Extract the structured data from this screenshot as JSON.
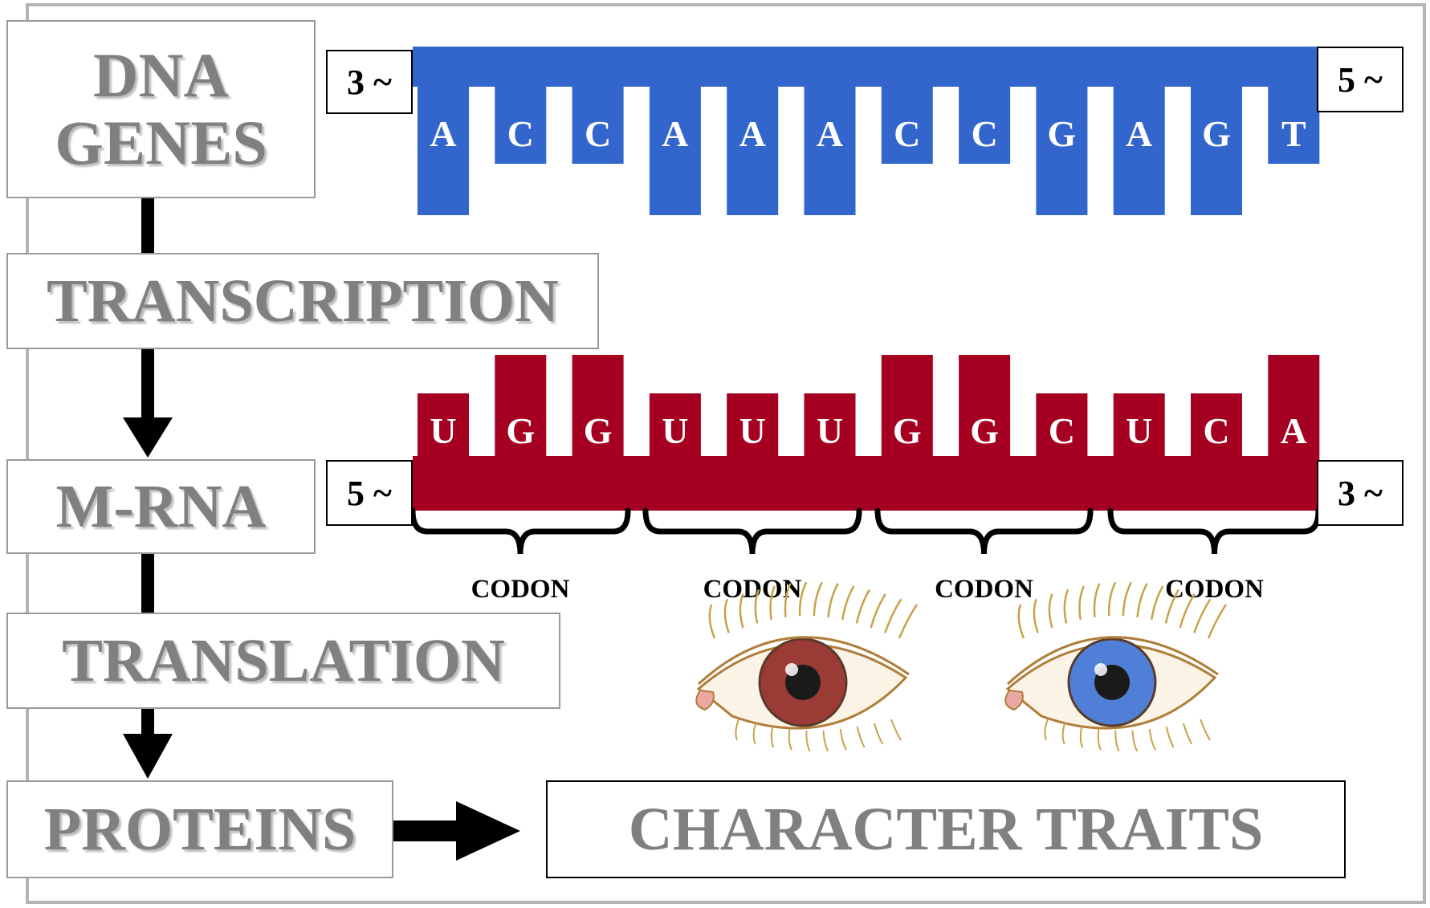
{
  "labels": {
    "dna_line1": "DNA",
    "dna_line2": "GENES",
    "transcription": "TRANSCRIPTION",
    "mrna": "M-RNA",
    "translation": "TRANSLATION",
    "proteins": "PROTEINS",
    "character_traits": "CHARACTER TRAITS"
  },
  "dna": {
    "left_end": "3 ~",
    "right_end": "5 ~",
    "bases": [
      "A",
      "C",
      "C",
      "A",
      "A",
      "A",
      "C",
      "C",
      "G",
      "A",
      "G",
      "T"
    ]
  },
  "mrna": {
    "left_end": "5 ~",
    "right_end": "3 ~",
    "bases": [
      "U",
      "G",
      "G",
      "U",
      "U",
      "U",
      "G",
      "G",
      "C",
      "U",
      "C",
      "A"
    ]
  },
  "codons": [
    "CODON",
    "CODON",
    "CODON",
    "CODON"
  ],
  "eyes": [
    {
      "name": "brown-eye",
      "iris_color": "#9b3b35"
    },
    {
      "name": "blue-eye",
      "iris_color": "#4f7fd6"
    }
  ],
  "colors": {
    "dna_strand": "#3366cc",
    "mrna_strand": "#a50021",
    "label_text": "#808080",
    "frame": "#b5b5b5"
  }
}
